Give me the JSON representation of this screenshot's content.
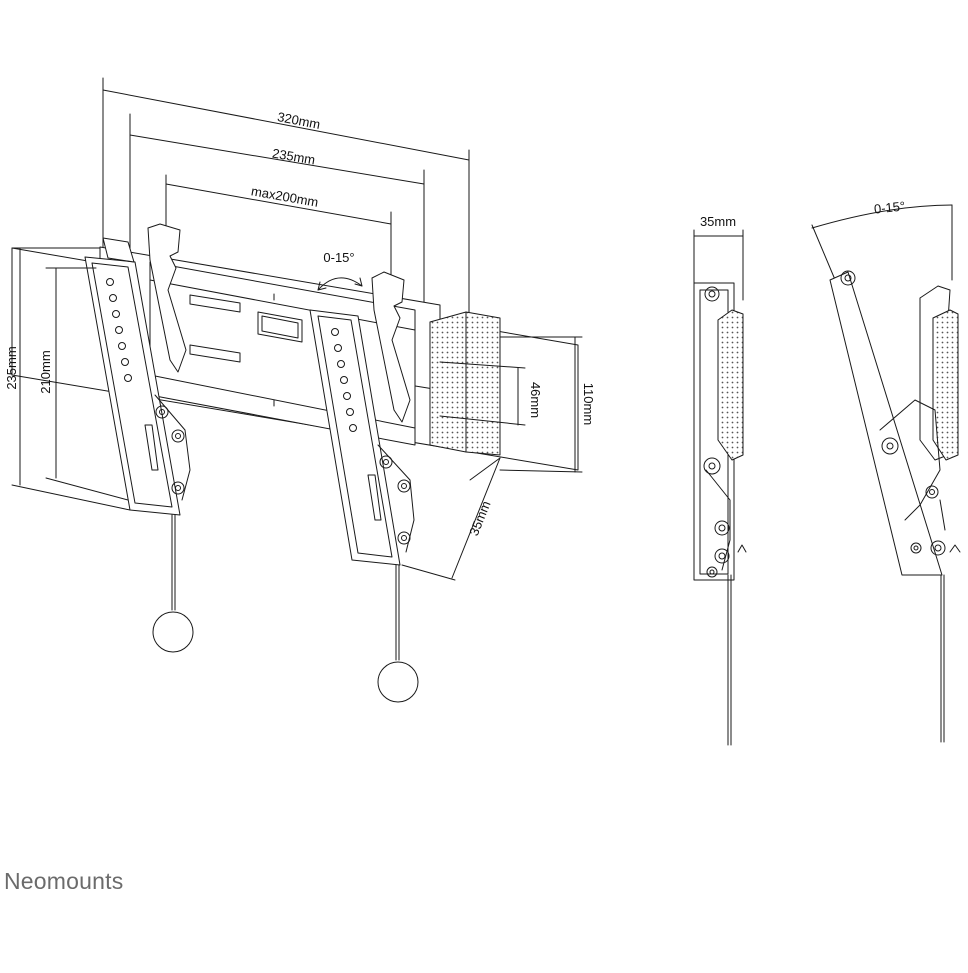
{
  "brand": {
    "logo_text": "Neomounts",
    "color": "#6b6b6b"
  },
  "colors": {
    "line": "#1a1a1a",
    "stipple": "#555555",
    "background": "#ffffff"
  },
  "front_view": {
    "dimensions": {
      "width_320": "320mm",
      "width_235": "235mm",
      "width_max200": "max200mm",
      "height_235": "235mm",
      "height_210": "210mm",
      "height_110": "110mm",
      "height_46": "46mm",
      "depth_35": "35mm",
      "tilt": "0-15°"
    }
  },
  "side_view": {
    "dimensions": {
      "depth_35": "35mm",
      "tilt": "0-15°"
    }
  }
}
